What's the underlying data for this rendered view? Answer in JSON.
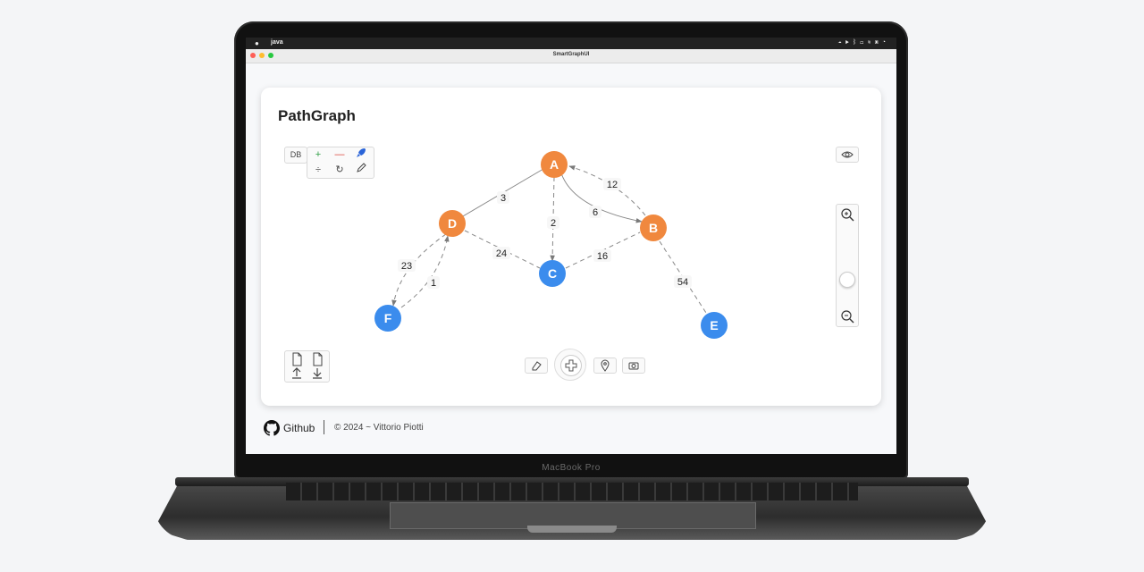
{
  "laptop": {
    "brand": "MacBook Pro"
  },
  "menubar": {
    "app_name": "java",
    "tray_icons": [
      "cloud-icon",
      "play-icon",
      "bluetooth-icon",
      "battery-icon",
      "wifi-icon",
      "display-icon",
      "clock-icon"
    ]
  },
  "window": {
    "title": "SmartGraphUI",
    "controls": {
      "close": "#fe5f57",
      "minimize": "#febc2e",
      "maximize": "#28c840"
    }
  },
  "card": {
    "title": "PathGraph",
    "toolbar": {
      "db_label": "DB",
      "tools": [
        "add-vertex-icon",
        "remove-vertex-icon",
        "rocket-icon",
        "split-icon",
        "refresh-icon",
        "pencil-icon"
      ]
    }
  },
  "graph": {
    "vertices": [
      {
        "id": "A",
        "color": "#f0883e"
      },
      {
        "id": "B",
        "color": "#f0883e"
      },
      {
        "id": "C",
        "color": "#3b8ced"
      },
      {
        "id": "D",
        "color": "#f0883e"
      },
      {
        "id": "E",
        "color": "#3b8ced"
      },
      {
        "id": "F",
        "color": "#3b8ced"
      }
    ],
    "edges": [
      {
        "from": "A",
        "to": "D",
        "weight": "3"
      },
      {
        "from": "A",
        "to": "C",
        "weight": "2"
      },
      {
        "from": "A",
        "to": "B",
        "weight": "6"
      },
      {
        "from": "B",
        "to": "A",
        "weight": "12"
      },
      {
        "from": "D",
        "to": "C",
        "weight": "24"
      },
      {
        "from": "C",
        "to": "B",
        "weight": "16"
      },
      {
        "from": "B",
        "to": "E",
        "weight": "54"
      },
      {
        "from": "D",
        "to": "F",
        "weight": "23"
      },
      {
        "from": "F",
        "to": "D",
        "weight": "1"
      }
    ]
  },
  "controls": {
    "view": "eye-icon",
    "zoom_in": "zoom-in-icon",
    "zoom_out": "zoom-out-icon",
    "zoom_level": 0.3,
    "file_icons": [
      "json-file-icon",
      "json-file-icon",
      "upload-icon",
      "download-icon"
    ],
    "bottom": [
      "eraser-icon",
      "move-icon",
      "location-pin-icon",
      "camera-icon"
    ]
  },
  "footer": {
    "link_label": "Github",
    "copyright": "© 2024 ~ Vittorio Piotti"
  }
}
